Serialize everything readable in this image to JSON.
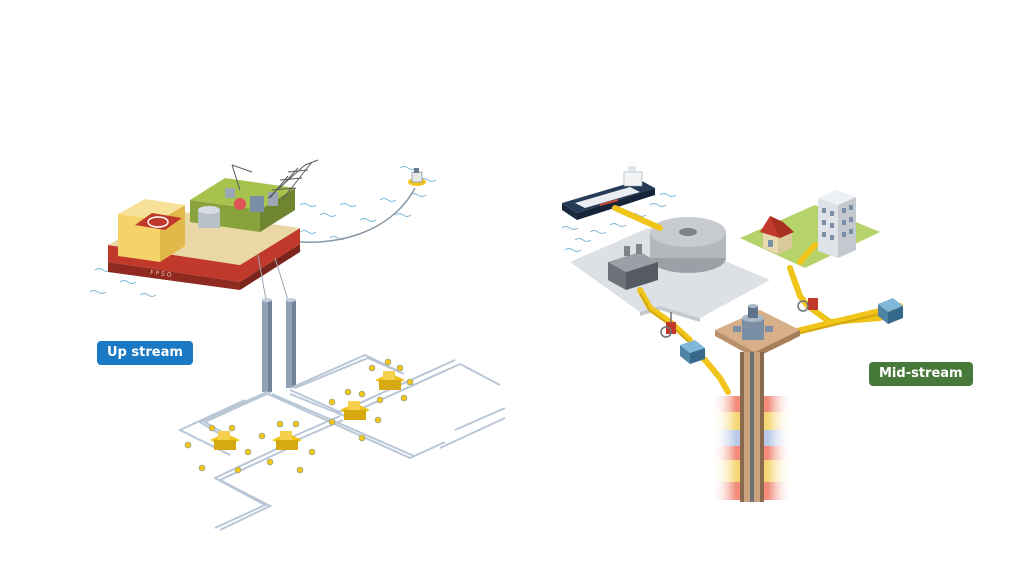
{
  "labels": {
    "upstream": "Up stream",
    "midstream": "Mid-stream"
  },
  "colors": {
    "upstream_badge": "#1b78c2",
    "midstream_badge": "#477a3a",
    "pipeline": "#f0c419",
    "subsea_line": "#b8c6d6",
    "hull": "#c0392b",
    "deck_green": "#a8c24e",
    "hull_deck_yellow": "#f5d36a"
  },
  "vessel_hull_text": "F P S O"
}
